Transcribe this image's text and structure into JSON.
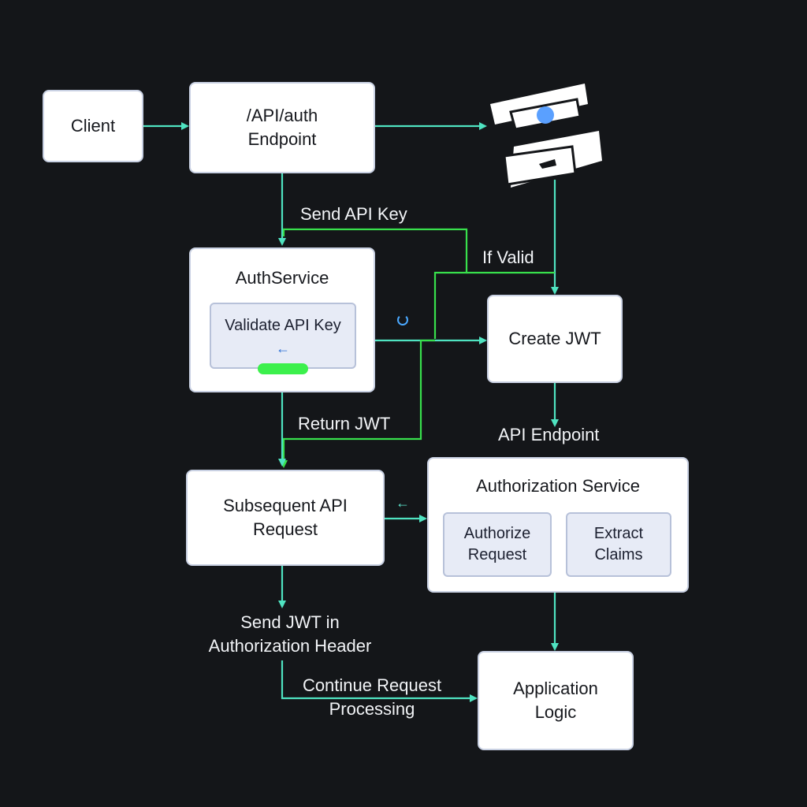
{
  "nodes": {
    "client": "Client",
    "auth_endpoint": "/API/auth\nEndpoint",
    "auth_service": "AuthService",
    "validate_api_key": "Validate API Key",
    "create_jwt": "Create JWT",
    "subsequent_request": "Subsequent API\nRequest",
    "authorization_service": "Authorization Service",
    "authorize_request": "Authorize\nRequest",
    "extract_claims": "Extract\nClaims",
    "application_logic": "Application\nLogic"
  },
  "edge_labels": {
    "send_api_key": "Send API Key",
    "if_valid": "If Valid",
    "return_jwt": "Return JWT",
    "api_endpoint": "API Endpoint",
    "send_jwt_header": "Send JWT in\nAuthorization Header",
    "continue_processing": "Continue Request\nProcessing"
  },
  "icons": {
    "back_arrow": "←"
  },
  "colors": {
    "background": "#141619",
    "arrow_teal": "#4fe3c1",
    "arrow_green": "#38e04c",
    "node_fill": "#ffffff",
    "inner_fill": "#e7ebf6"
  }
}
